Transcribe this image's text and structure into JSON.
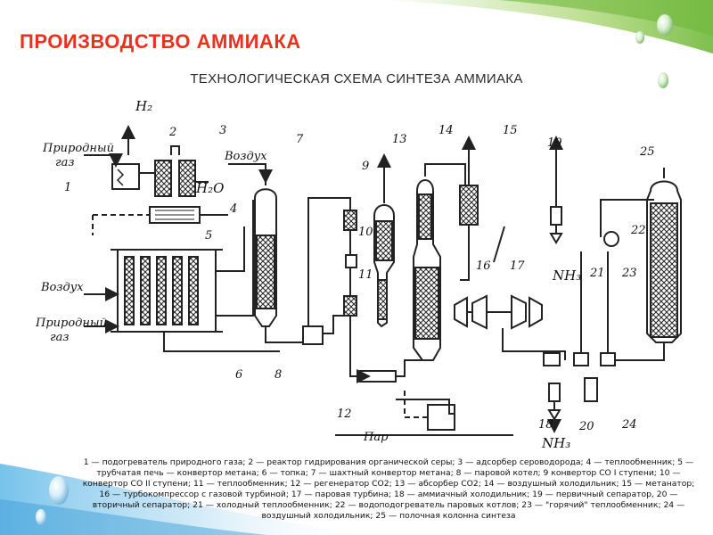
{
  "slide": {
    "title": "ПРОИЗВОДСТВО  АММИАКА",
    "subtitle": "ТЕХНОЛОГИЧЕСКАЯ СХЕМА СИНТЕЗА АММИАКА"
  },
  "diagram": {
    "inputs": {
      "natural_gas_top": [
        "Природный",
        "газ"
      ],
      "air_top": "Воздух",
      "air_left": "Воздух",
      "natural_gas_bottom": [
        "Природный",
        "газ"
      ],
      "steam": "Пар"
    },
    "outputs": {
      "h2": "H₂",
      "h2o": "H₂O",
      "nh3_mid": "NH₃",
      "nh3_bottom": "NH₃"
    },
    "numbers": [
      "1",
      "2",
      "3",
      "4",
      "5",
      "6",
      "7",
      "8",
      "9",
      "10",
      "11",
      "12",
      "13",
      "14",
      "15",
      "16",
      "17",
      "18",
      "19",
      "20",
      "21",
      "22",
      "23",
      "24",
      "25"
    ]
  },
  "legend_text": "1 — подогреватель природного газа; 2 — реактор гидрирования органической серы; 3 — адсорбер сероводорода; 4 — теплообменник; 5 — трубчатая печь — конвертор метана; 6 — топка; 7 — шахтный конвертор метана; 8 — паровой котел; 9 конвертор СО I ступени; 10 — конвертор СО II ступени; 11 — теплообменник; 12 — регенератор СО2; 13 — абсорбер СО2; 14 — воздушный холодильник; 15 — метанатор; 16 — турбокомпрессор с газовой турбиной; 17 — паровая турбина; 18 — аммиачный холодильник; 19 — первичный сепаратор, 20 — вторичный сепаратор; 21 — холодный теплообменник; 22 — водоподогреватель паровых котлов; 23 — \"горячий\" теплообменник; 24 — воздушный холодильник; 25 — полочная колонна синтеза",
  "colors": {
    "title": "#e8321e",
    "wave_green": "#8cc63f",
    "wave_blue": "#5fb8e8"
  }
}
